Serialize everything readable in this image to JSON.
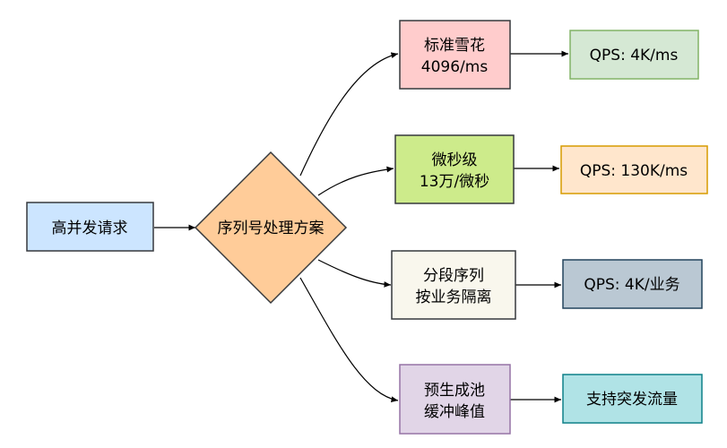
{
  "nodes": {
    "request": {
      "lines": [
        "高并发请求"
      ],
      "fill": "#cce5ff",
      "stroke": "#36393d"
    },
    "decision": {
      "lines": [
        "序列号处理方案"
      ],
      "fill": "#ffcc99",
      "stroke": "#36393d"
    },
    "snowflake": {
      "lines": [
        "标准雪花",
        "4096/ms"
      ],
      "fill": "#ffcccc",
      "stroke": "#36393d"
    },
    "micro": {
      "lines": [
        "微秒级",
        "13万/微秒"
      ],
      "fill": "#cdeb8b",
      "stroke": "#36393d"
    },
    "segment": {
      "lines": [
        "分段序列",
        "按业务隔离"
      ],
      "fill": "#f9f7ed",
      "stroke": "#36393d"
    },
    "prealloc": {
      "lines": [
        "预生成池",
        "缓冲峰值"
      ],
      "fill": "#e1d5e7",
      "stroke": "#9673a6"
    },
    "qps1": {
      "lines": [
        "QPS: 4K/ms"
      ],
      "fill": "#d5e8d4",
      "stroke": "#82b366"
    },
    "qps2": {
      "lines": [
        "QPS: 130K/ms"
      ],
      "fill": "#ffe6cc",
      "stroke": "#d79b00"
    },
    "qps3": {
      "lines": [
        "QPS: 4K/业务"
      ],
      "fill": "#bac8d3",
      "stroke": "#23445d"
    },
    "qps4": {
      "lines": [
        "支持突发流量"
      ],
      "fill": "#b0e3e6",
      "stroke": "#0e8088"
    }
  }
}
